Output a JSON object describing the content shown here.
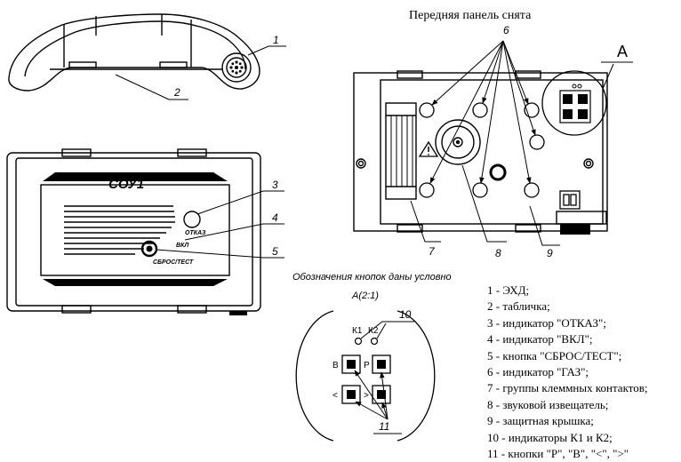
{
  "header": {
    "title": "Передняя панель снята"
  },
  "device": {
    "logo": "СОУ1",
    "label_fault": "ОТКАЗ",
    "label_on": "ВКЛ",
    "label_reset": "СБРОС/ТЕСТ"
  },
  "callouts": {
    "c1": "1",
    "c2": "2",
    "c3": "3",
    "c4": "4",
    "c5": "5",
    "c6": "6",
    "c7": "7",
    "c8": "8",
    "c9": "9",
    "c10": "10",
    "c11": "11"
  },
  "detail": {
    "marker": "А",
    "note": "Обозначения кнопок даны условно",
    "title": "А(2:1)",
    "k1": "К1",
    "k2": "К2",
    "btn_b": "В",
    "btn_p": "Р",
    "btn_left": "<",
    "btn_right": ">"
  },
  "legend": [
    "1 - ЭХД;",
    "2 - табличка;",
    "3 - индикатор \"ОТКАЗ\";",
    "4 - индикатор \"ВКЛ\";",
    "5 - кнопка \"СБРОС/ТЕСТ\";",
    "6 - индикатор \"ГАЗ\";",
    "7 - группы клеммных контактов;",
    "8 - звуковой извещатель;",
    "9 - защитная крышка;",
    "10 - индикаторы К1 и К2;",
    "11 - кнопки \"Р\", \"В\", \"<\", \">\""
  ]
}
